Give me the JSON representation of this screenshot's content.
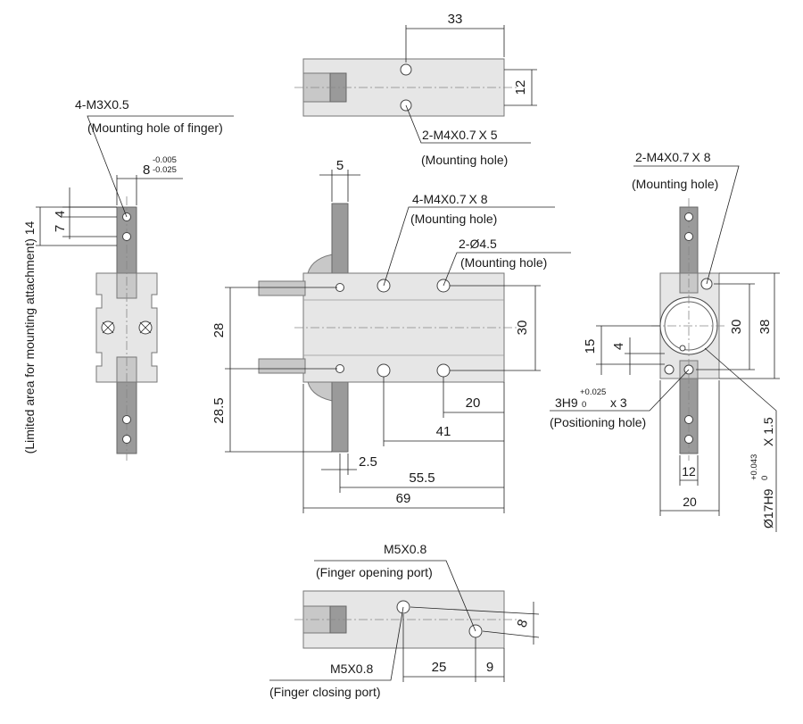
{
  "top_view": {
    "dim_width": "33",
    "dim_height": "12",
    "callout_thread": "2-M4X0.7 X 5",
    "callout_note": "(Mounting hole)"
  },
  "left_view": {
    "callout_thread": "4-M3X0.5",
    "callout_note": "(Mounting hole of finger)",
    "dim_width_base": "8",
    "tol_upper": "-0.005",
    "tol_lower": "-0.025",
    "dim_7": "7",
    "dim_4": "4",
    "side_label": "(Limited area for mounting attachment) 14"
  },
  "front_view": {
    "dim_5": "5",
    "callout_a_thread": "4-M4X0.7 X 8",
    "callout_a_note": "(Mounting hole)",
    "callout_b_thread": "2-Ø4.5",
    "callout_b_note": "(Mounting hole)",
    "dim_28": "28",
    "dim_28_5": "28.5",
    "dim_30": "30",
    "dim_20": "20",
    "dim_41": "41",
    "dim_2_5": "2.5",
    "dim_55_5": "55.5",
    "dim_69": "69"
  },
  "right_view": {
    "callout_thread": "2-M4X0.7 X 8",
    "callout_note": "(Mounting hole)",
    "dim_30": "30",
    "dim_38": "38",
    "dim_15": "15",
    "dim_4": "4",
    "pos_hole_base": "3H9",
    "pos_tol_upper": "+0.025",
    "pos_tol_lower": "0",
    "pos_count": "x 3",
    "pos_note": "(Positioning hole)",
    "dim_12": "12",
    "dim_20": "20",
    "bore_base": "Ø17H9",
    "bore_tol_upper": "+0.043",
    "bore_tol_lower": "0",
    "bore_depth": "X 1.5"
  },
  "bottom_view": {
    "open_thread": "M5X0.8",
    "open_note": "(Finger opening port)",
    "close_thread": "M5X0.8",
    "close_note": "(Finger closing port)",
    "dim_25": "25",
    "dim_9": "9",
    "dim_8": "8"
  }
}
